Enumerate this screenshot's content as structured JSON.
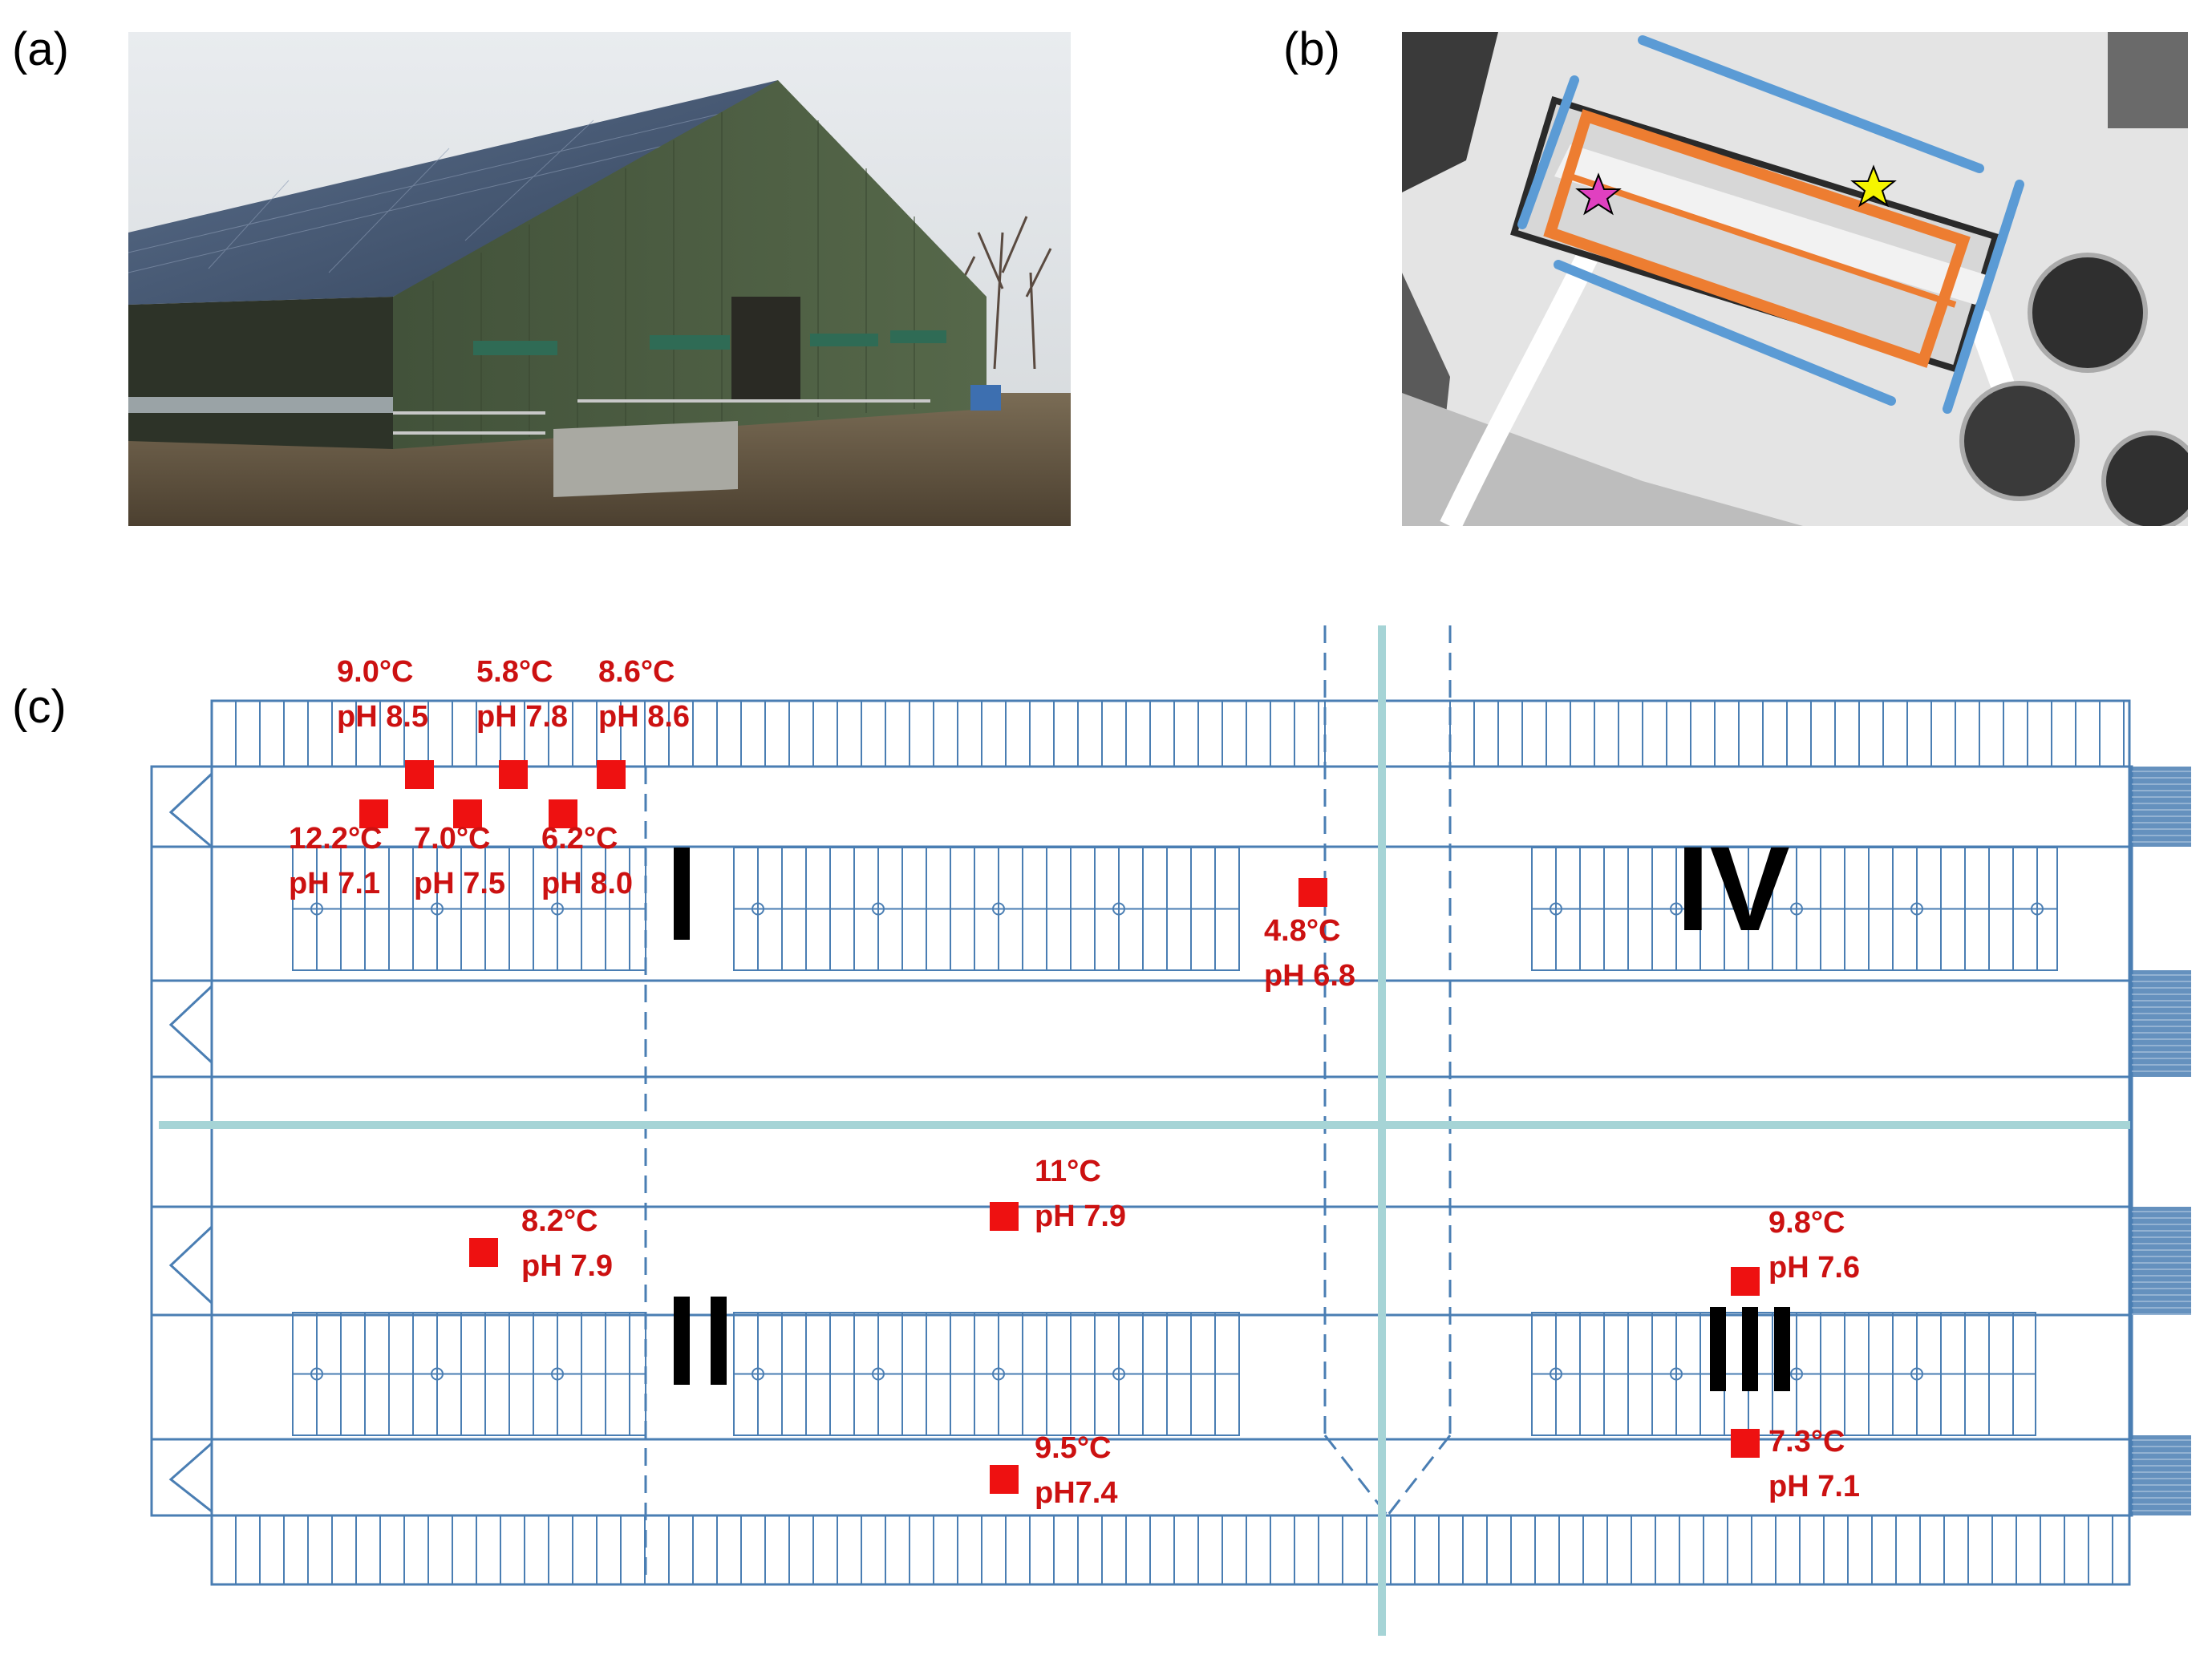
{
  "panels": {
    "a": "(a)",
    "b": "(b)",
    "c": "(c)"
  },
  "colors": {
    "plan_line": "#4a7eb3",
    "corridor": "#a6d4d6",
    "marker": "#ee1111",
    "annotation": "#cc1111",
    "footprint_blue": "#5b9bd5",
    "footprint_orange": "#ed7d31",
    "star_pink": "#e040c0",
    "star_yellow": "#f5f500"
  },
  "sections": {
    "s1": "I",
    "s2": "II",
    "s3": "III",
    "s4": "IV"
  },
  "measurements": [
    {
      "temp": "9.0°C",
      "ph": "pH 8.5"
    },
    {
      "temp": "5.8°C",
      "ph": "pH 7.8"
    },
    {
      "temp": "8.6°C",
      "ph": "pH 8.6"
    },
    {
      "temp": "12.2°C",
      "ph": "pH 7.1"
    },
    {
      "temp": "7.0°C",
      "ph": "pH 7.5"
    },
    {
      "temp": "6.2°C",
      "ph": "pH 8.0"
    },
    {
      "temp": "4.8°C",
      "ph": "pH 6.8"
    },
    {
      "temp": "8.2°C",
      "ph": "pH 7.9"
    },
    {
      "temp": "11°C",
      "ph": "pH 7.9"
    },
    {
      "temp": "9.5°C",
      "ph": "pH7.4"
    },
    {
      "temp": "9.8°C",
      "ph": "pH 7.6"
    },
    {
      "temp": "7.3°C",
      "ph": "pH 7.1"
    }
  ]
}
